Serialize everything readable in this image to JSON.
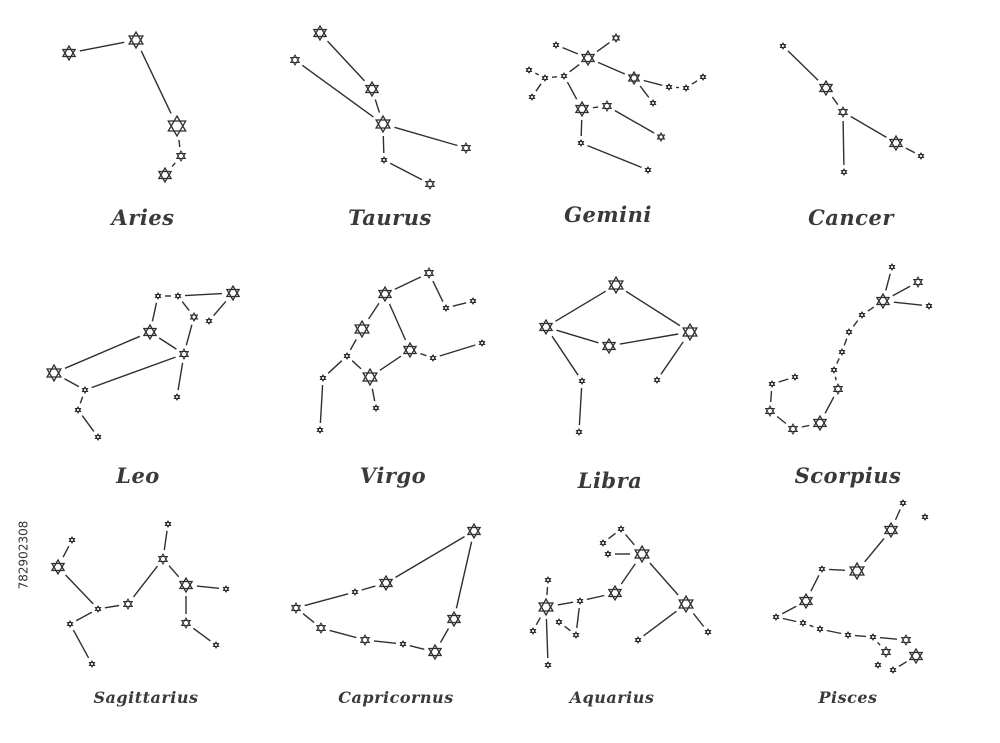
{
  "constellations": [
    {
      "name": "Aries"
    },
    {
      "name": "Taurus"
    },
    {
      "name": "Gemini"
    },
    {
      "name": "Cancer"
    },
    {
      "name": "Leo"
    },
    {
      "name": "Virgo"
    },
    {
      "name": "Libra"
    },
    {
      "name": "Scorpius"
    },
    {
      "name": "Sagittarius"
    },
    {
      "name": "Capricornus"
    },
    {
      "name": "Aquarius"
    },
    {
      "name": "Pisces"
    }
  ],
  "stock_id": "782902308",
  "colors": {
    "ink": "#3a3a3a",
    "background": "#ffffff"
  }
}
